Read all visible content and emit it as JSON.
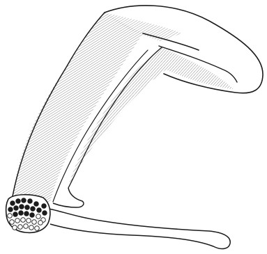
{
  "figure": {
    "colors": {
      "background": "#ffffff",
      "outline": "#1a1a1a",
      "hatch": "#8c8c8c",
      "dot_dark": "#1c1c1c",
      "dot_light": "#ffffff"
    },
    "structures": [
      {
        "name": "outer-shell-outline"
      },
      {
        "name": "outer-hatched-band"
      },
      {
        "name": "inner-hatched-band"
      },
      {
        "name": "lower-bar"
      },
      {
        "name": "small-tab"
      },
      {
        "name": "dotted-bundle"
      }
    ],
    "bundle": {
      "filled_dots": 17,
      "open_dots": 14
    }
  }
}
